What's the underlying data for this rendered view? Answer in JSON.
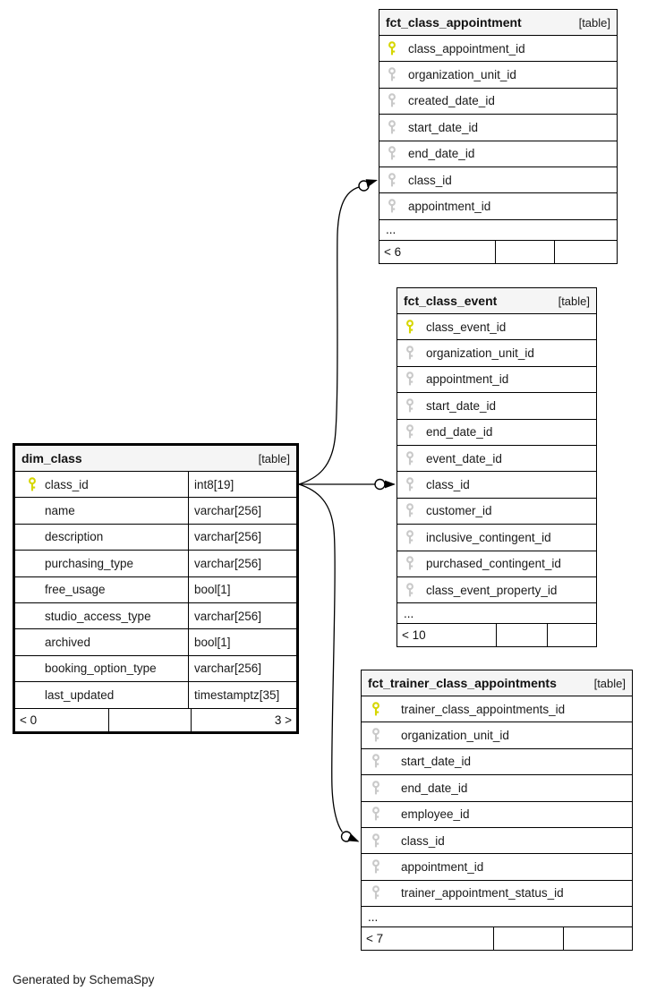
{
  "diagram": {
    "generator_note": "Generated by SchemaSpy",
    "colors": {
      "primary_key": "#d6d600",
      "foreign_key": "#c9c9c9",
      "header_bg": "#f5f5f5",
      "border": "#000000",
      "line": "#000000"
    },
    "tables": [
      {
        "id": "fct_class_appointment",
        "name": "fct_class_appointment",
        "badge": "[table]",
        "columns": [
          {
            "name": "class_appointment_id",
            "key": "primary"
          },
          {
            "name": "organization_unit_id",
            "key": "foreign"
          },
          {
            "name": "created_date_id",
            "key": "foreign"
          },
          {
            "name": "start_date_id",
            "key": "foreign"
          },
          {
            "name": "end_date_id",
            "key": "foreign"
          },
          {
            "name": "class_id",
            "key": "foreign"
          },
          {
            "name": "appointment_id",
            "key": "foreign"
          }
        ],
        "ellipsis": "...",
        "footer": {
          "cells": [
            "< 6",
            "",
            ""
          ]
        }
      },
      {
        "id": "fct_class_event",
        "name": "fct_class_event",
        "badge": "[table]",
        "columns": [
          {
            "name": "class_event_id",
            "key": "primary"
          },
          {
            "name": "organization_unit_id",
            "key": "foreign"
          },
          {
            "name": "appointment_id",
            "key": "foreign"
          },
          {
            "name": "start_date_id",
            "key": "foreign"
          },
          {
            "name": "end_date_id",
            "key": "foreign"
          },
          {
            "name": "event_date_id",
            "key": "foreign"
          },
          {
            "name": "class_id",
            "key": "foreign"
          },
          {
            "name": "customer_id",
            "key": "foreign"
          },
          {
            "name": "inclusive_contingent_id",
            "key": "foreign"
          },
          {
            "name": "purchased_contingent_id",
            "key": "foreign"
          },
          {
            "name": "class_event_property_id",
            "key": "foreign"
          }
        ],
        "ellipsis": "...",
        "footer": {
          "cells": [
            "< 10",
            "",
            ""
          ]
        }
      },
      {
        "id": "dim_class",
        "name": "dim_class",
        "badge": "[table]",
        "emphasized": true,
        "columns": [
          {
            "name": "class_id",
            "type": "int8[19]",
            "key": "primary"
          },
          {
            "name": "name",
            "type": "varchar[256]",
            "key": "none"
          },
          {
            "name": "description",
            "type": "varchar[256]",
            "key": "none"
          },
          {
            "name": "purchasing_type",
            "type": "varchar[256]",
            "key": "none"
          },
          {
            "name": "free_usage",
            "type": "bool[1]",
            "key": "none"
          },
          {
            "name": "studio_access_type",
            "type": "varchar[256]",
            "key": "none"
          },
          {
            "name": "archived",
            "type": "bool[1]",
            "key": "none"
          },
          {
            "name": "booking_option_type",
            "type": "varchar[256]",
            "key": "none"
          },
          {
            "name": "last_updated",
            "type": "timestamptz[35]",
            "key": "none"
          }
        ],
        "footer": {
          "cells": [
            "< 0",
            "",
            "3 >"
          ]
        }
      },
      {
        "id": "fct_trainer_class_appointments",
        "name": "fct_trainer_class_appointments",
        "badge": "[table]",
        "columns": [
          {
            "name": "trainer_class_appointments_id",
            "key": "primary"
          },
          {
            "name": "organization_unit_id",
            "key": "foreign"
          },
          {
            "name": "start_date_id",
            "key": "foreign"
          },
          {
            "name": "end_date_id",
            "key": "foreign"
          },
          {
            "name": "employee_id",
            "key": "foreign"
          },
          {
            "name": "class_id",
            "key": "foreign"
          },
          {
            "name": "appointment_id",
            "key": "foreign"
          },
          {
            "name": "trainer_appointment_status_id",
            "key": "foreign"
          }
        ],
        "ellipsis": "...",
        "footer": {
          "cells": [
            "< 7",
            "",
            ""
          ]
        }
      }
    ],
    "relationships": [
      {
        "from": "dim_class.class_id",
        "to": "fct_class_appointment.class_id"
      },
      {
        "from": "dim_class.class_id",
        "to": "fct_class_event.class_id"
      },
      {
        "from": "dim_class.class_id",
        "to": "fct_trainer_class_appointments.class_id"
      }
    ]
  }
}
